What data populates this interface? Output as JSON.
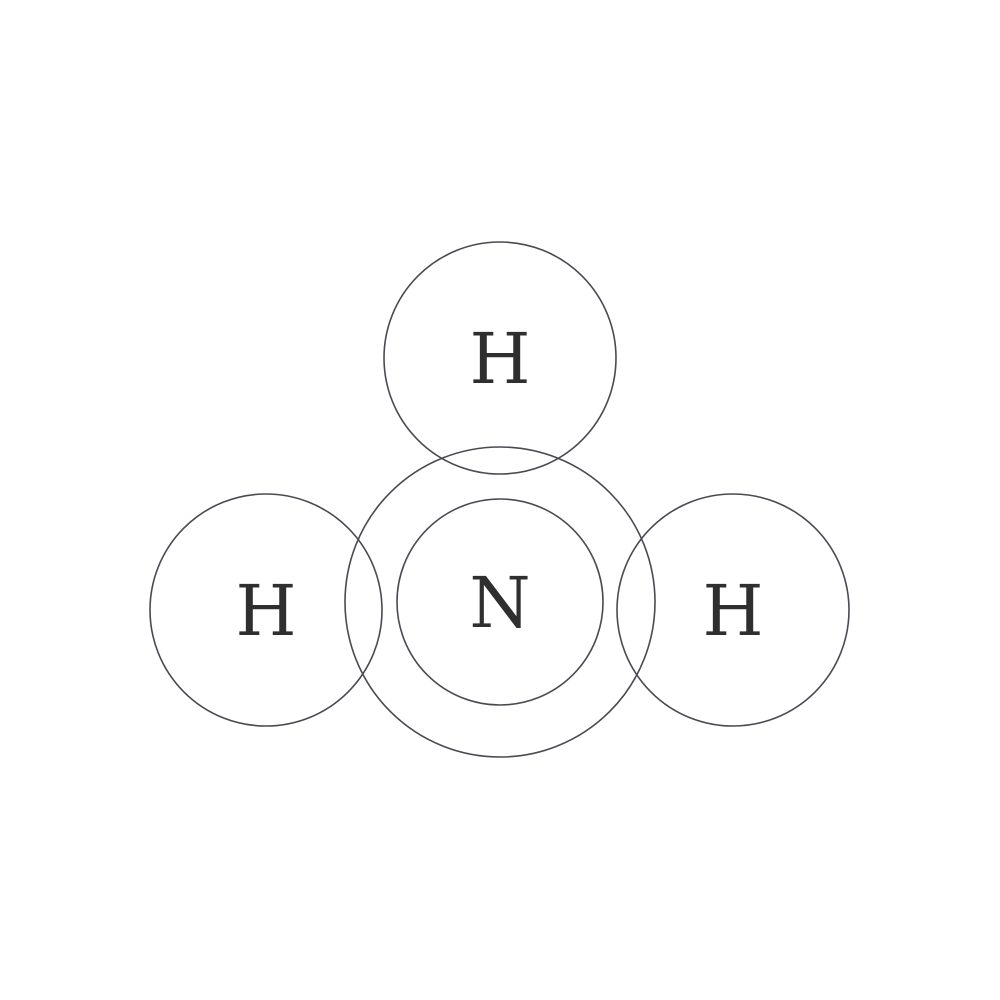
{
  "diagram": {
    "atoms": {
      "hydrogen_top": {
        "label": "H"
      },
      "hydrogen_left": {
        "label": "H"
      },
      "nitrogen_center": {
        "label": "N"
      },
      "hydrogen_right": {
        "label": "H"
      }
    },
    "colors": {
      "stroke": "#4a4a52",
      "text": "#2f2f2f",
      "background": "#ffffff"
    }
  }
}
